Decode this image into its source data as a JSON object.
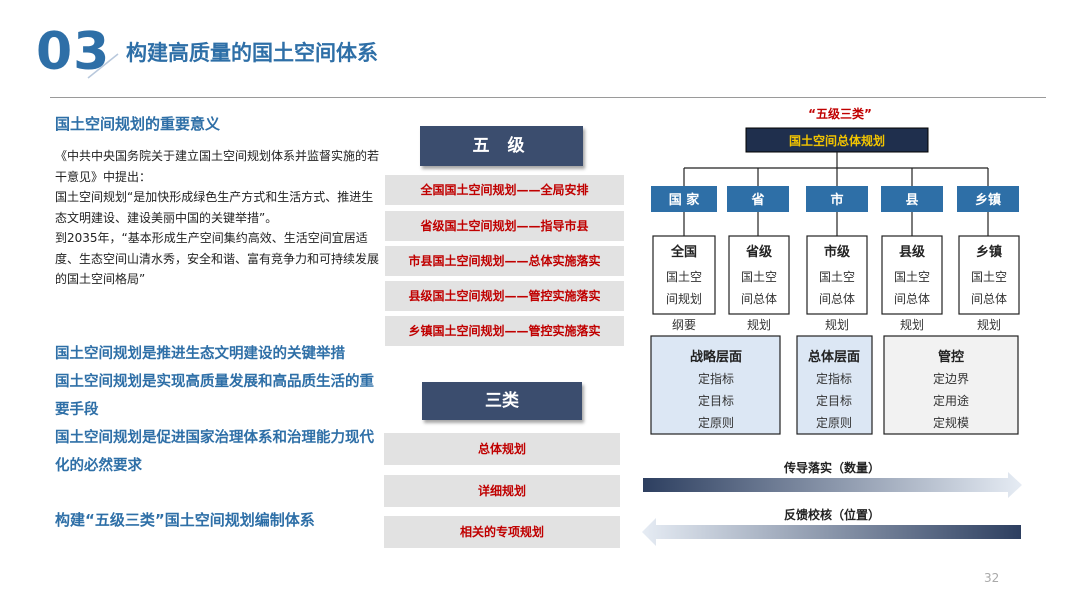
{
  "header": {
    "section_number": "03",
    "title": "构建高质量的国土空间体系"
  },
  "left": {
    "heading": "国土空间规划的重要意义",
    "paragraphs": [
      "《中共中央国务院关于建立国土空间规划体系并监督实施的若干意见》中提出：",
      "国土空间规划“是加快形成绿色生产方式和生活方式、推进生态文明建设、建设美丽中国的关键举措”。",
      "到2035年，“基本形成生产空间集约高效、生活空间宜居适度、生态空间山清水秀，安全和谐、富有竞争力和可持续发展的国土空间格局”"
    ],
    "points": [
      "国土空间规划是推进生态文明建设的关键举措",
      "国土空间规划是实现高质量发展和高品质生活的重要手段",
      "国土空间规划是促进国家治理体系和治理能力现代化的必然要求"
    ],
    "conclusion": "构建“五级三类”国土空间规划编制体系"
  },
  "middle": {
    "five_levels_title": "五 级",
    "five_levels": [
      "全国国土空间规划——全局安排",
      "省级国土空间规划——指导市县",
      "市县国土空间规划——总体实施落实",
      "县级国土空间规划——管控实施落实",
      "乡镇国土空间规划——管控实施落实"
    ],
    "three_types_title": "三类",
    "three_types": [
      "总体规划",
      "详细规划",
      "相关的专项规划"
    ]
  },
  "diagram": {
    "top_label": "“五级三类”",
    "root": "国土空间总体规划",
    "levels": [
      "国 家",
      "省",
      "市",
      "县",
      "乡镇"
    ],
    "plans": [
      {
        "title": "全国",
        "lines": [
          "国土空",
          "间规划",
          "纲要"
        ]
      },
      {
        "title": "省级",
        "lines": [
          "国土空",
          "间总体",
          "规划"
        ]
      },
      {
        "title": "市级",
        "lines": [
          "国土空",
          "间总体",
          "规划"
        ]
      },
      {
        "title": "县级",
        "lines": [
          "国土空",
          "间总体",
          "规划"
        ]
      },
      {
        "title": "乡镇",
        "lines": [
          "国土空",
          "间总体",
          "规划"
        ]
      }
    ],
    "layers": [
      {
        "title": "战略层面",
        "lines": [
          "定指标",
          "定目标",
          "定原则"
        ]
      },
      {
        "title": "总体层面",
        "lines": [
          "定指标",
          "定目标",
          "定原则"
        ]
      },
      {
        "title": "管控",
        "lines": [
          "定边界",
          "定用途",
          "定规模"
        ]
      }
    ],
    "arrow_right_label": "传导落实（数量）",
    "arrow_left_label": "反馈校核（位置）",
    "colors": {
      "navy": "#1f2f4d",
      "blue": "#2e6fa7",
      "gold": "#f2c400",
      "light_box": "#dce7f4"
    }
  },
  "page_number": "32"
}
